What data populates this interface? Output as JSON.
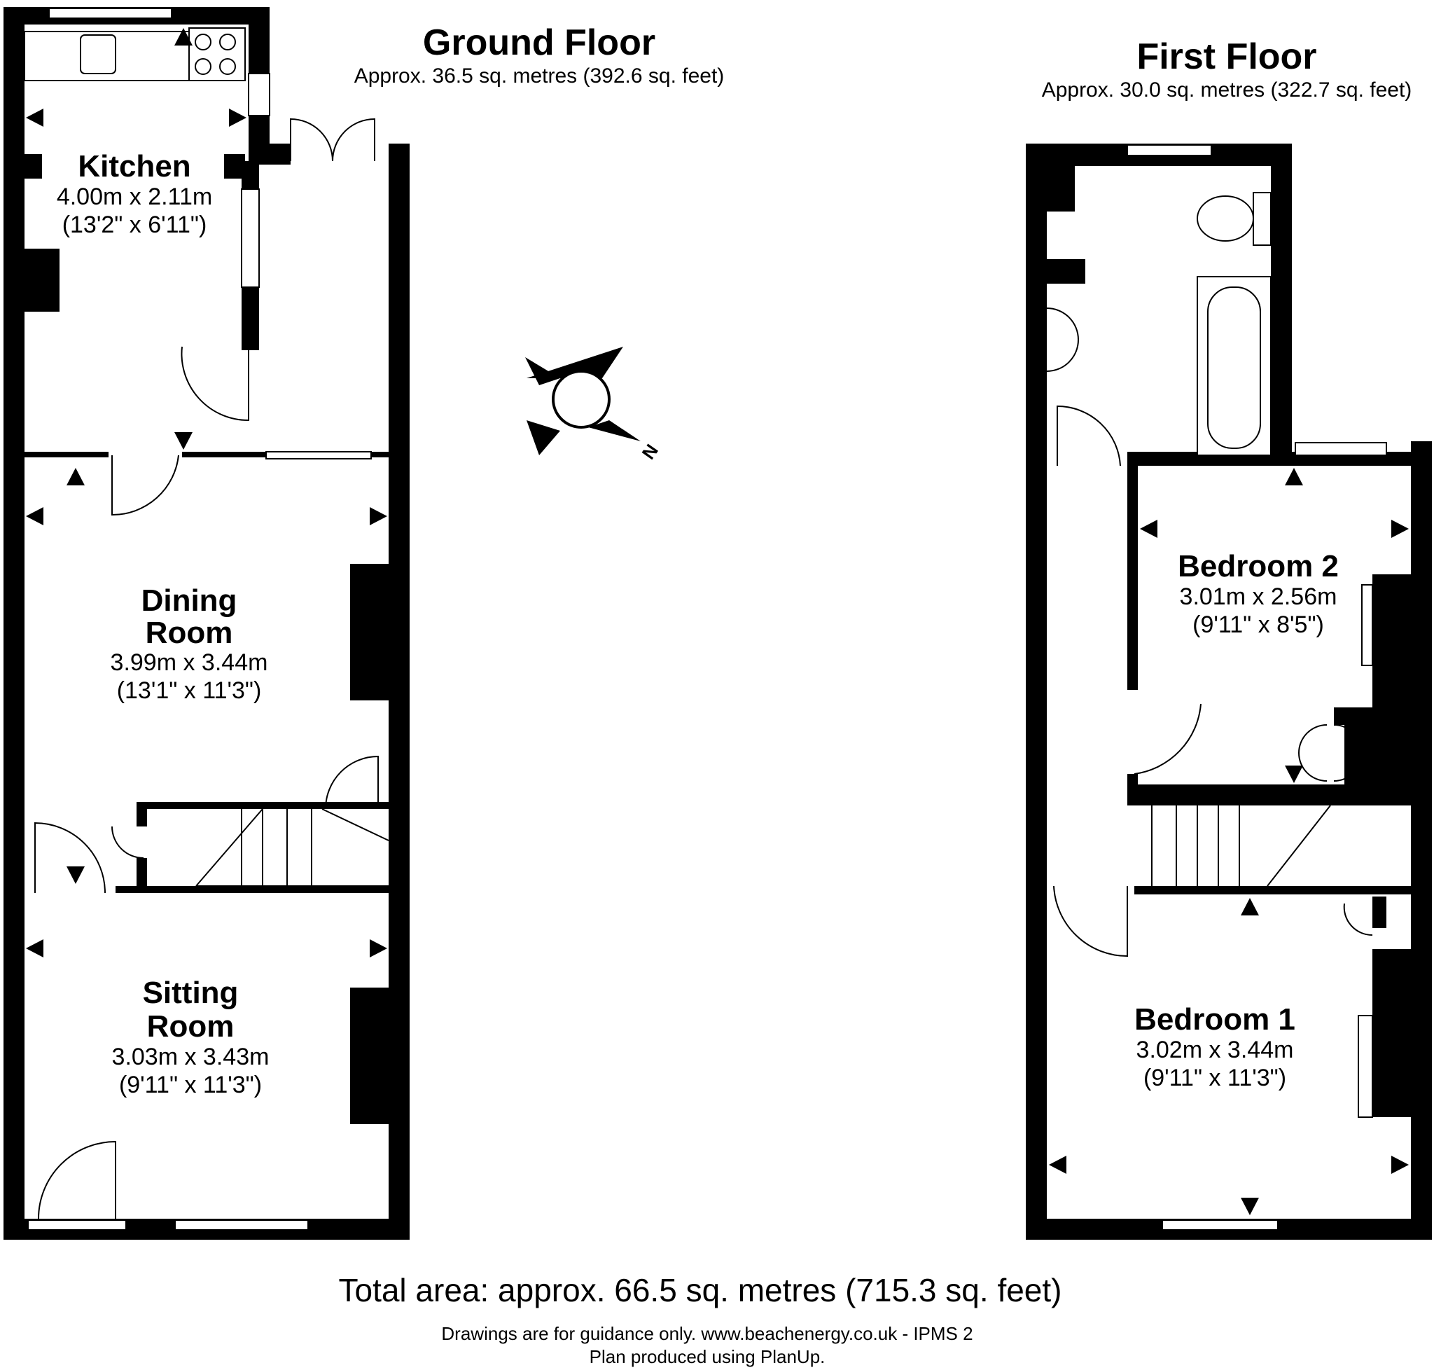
{
  "ground_floor": {
    "title": "Ground Floor",
    "area": "Approx. 36.5 sq. metres (392.6 sq. feet)",
    "rooms": [
      {
        "name": "Kitchen",
        "name_line2": "",
        "metric": "4.00m x 2.11m",
        "imperial": "(13'2\" x 6'11\")"
      },
      {
        "name": "Dining",
        "name_line2": "Room",
        "metric": "3.99m x 3.44m",
        "imperial": "(13'1\" x 11'3\")"
      },
      {
        "name": "Sitting",
        "name_line2": "Room",
        "metric": "3.03m x 3.43m",
        "imperial": "(9'11\" x 11'3\")"
      }
    ]
  },
  "first_floor": {
    "title": "First Floor",
    "area": "Approx. 30.0 sq. metres (322.7 sq. feet)",
    "rooms": [
      {
        "name": "Bedroom 2",
        "metric": "3.01m x 2.56m",
        "imperial": "(9'11\" x 8'5\")"
      },
      {
        "name": "Bedroom 1",
        "metric": "3.02m x 3.44m",
        "imperial": "(9'11\" x 11'3\")"
      }
    ]
  },
  "compass": {
    "label": "N",
    "icon": "compass-icon"
  },
  "total_area": "Total area: approx. 66.5 sq. metres (715.3 sq. feet)",
  "footer": {
    "line1": "Drawings are for guidance only. www.beachenergy.co.uk - IPMS 2",
    "line2": "Plan produced using PlanUp."
  },
  "colors": {
    "wall": "#000000",
    "background": "#ffffff"
  }
}
